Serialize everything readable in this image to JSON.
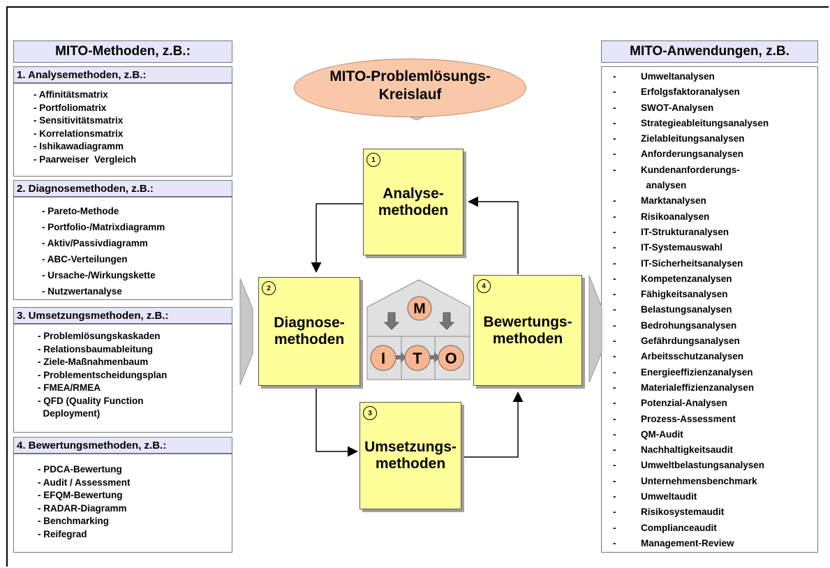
{
  "left": {
    "header": "MITO-Methoden, z.B.:",
    "sections": [
      {
        "title": "1. Analysemethoden, z.B.:",
        "items": [
          "- Affinitätsmatrix",
          "- Portfoliomatrix",
          "- Sensitivitätsmatrix",
          "- Korrelationsmatrix",
          "- Ishikawadiagramm",
          "- Paarweiser  Vergleich"
        ]
      },
      {
        "title": "2. Diagnosemethoden, z.B.:",
        "items": [
          "- Pareto-Methode",
          "- Portfolio-/Matrixdiagramm",
          "- Aktiv/Passivdiagramm",
          "- ABC-Verteilungen",
          "- Ursache-/Wirkungskette",
          "- Nutzwertanalyse"
        ]
      },
      {
        "title": "3. Umsetzungsmethoden, z.B.:",
        "items": [
          "- Problemlösungskaskaden",
          "- Relationsbaumableitung",
          "- Ziele-Maßnahmenbaum",
          "- Problementscheidungsplan",
          "- FMEA/RMEA",
          "- QFD (Quality Function",
          "  Deployment)"
        ]
      },
      {
        "title": "4. Bewertungsmethoden, z.B.:",
        "items": [
          "- PDCA-Bewertung",
          "- Audit / Assessment",
          "- EFQM-Bewertung",
          "- RADAR-Diagramm",
          "- Benchmarking",
          "- Reifegrad"
        ]
      }
    ]
  },
  "center": {
    "title_line1": "MITO-Problemlösungs-",
    "title_line2": "Kreislauf",
    "boxes": [
      {
        "num": "1",
        "line1": "Analyse-",
        "line2": "methoden"
      },
      {
        "num": "2",
        "line1": "Diagnose-",
        "line2": "methoden"
      },
      {
        "num": "3",
        "line1": "Umsetzungs-",
        "line2": "methoden"
      },
      {
        "num": "4",
        "line1": "Bewertungs-",
        "line2": "methoden"
      }
    ],
    "house": {
      "m": "M",
      "i": "I",
      "t": "T",
      "o": "O"
    }
  },
  "right": {
    "header": "MITO-Anwendungen, z.B.",
    "items": [
      "Umweltanalysen",
      "Erfolgsfaktoranalysen",
      "SWOT-Analysen",
      "Strategieableitungsanalysen",
      "Zielableitungsanalysen",
      "Anforderungsanalysen",
      "Kundenanforderungs-",
      "  analysen",
      "Marktanalysen",
      "Risikoanalysen",
      "IT-Strukturanalysen",
      "IT-Systemauswahl",
      "IT-Sicherheitsanalysen",
      "Kompetenzanalysen",
      "Fähigkeitsanalysen",
      "Belastungsanalysen",
      "Bedrohungsanalysen",
      "Gefährdungsanalysen",
      "Arbeitsschutzanalysen",
      "Energieeffizienzanalysen",
      "Materialeffizienzanalysen",
      "Potenzial-Analysen",
      "Prozess-Assessment",
      "QM-Audit",
      "Nachhaltigkeitsaudit",
      "Umweltbelastungsanalysen",
      "Unternehmensbenchmark",
      "Umweltaudit",
      "Risikosystemaudit",
      "Complianceaudit",
      "Management-Review"
    ]
  },
  "colors": {
    "box_fill": "#ffff99",
    "header_fill": "#e6e6fa",
    "ellipse_fill": "#f8c8a8",
    "circle_fill": "#f7b690",
    "house_fill": "#e0e0e0"
  }
}
